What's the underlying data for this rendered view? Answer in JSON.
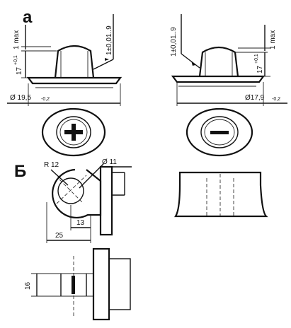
{
  "sections": {
    "a": "а",
    "b": "Б"
  },
  "dimensions": {
    "left_max": "1 max",
    "left_height": "17",
    "left_height_tol": "+0,1",
    "left_thickness": "1±0,01..9",
    "left_diameter": "Ø 19,5",
    "left_diameter_tol": "-0,2",
    "right_thickness": "1±0,01..9",
    "right_max": "1 max",
    "right_height": "17",
    "right_height_tol": "+0,1",
    "right_diameter": "Ø17,9",
    "right_diameter_tol": "-0,2",
    "radius": "R 12",
    "hole_diameter": "Ø 11",
    "width_25": "25",
    "width_13": "13",
    "height_16": "16"
  }
}
